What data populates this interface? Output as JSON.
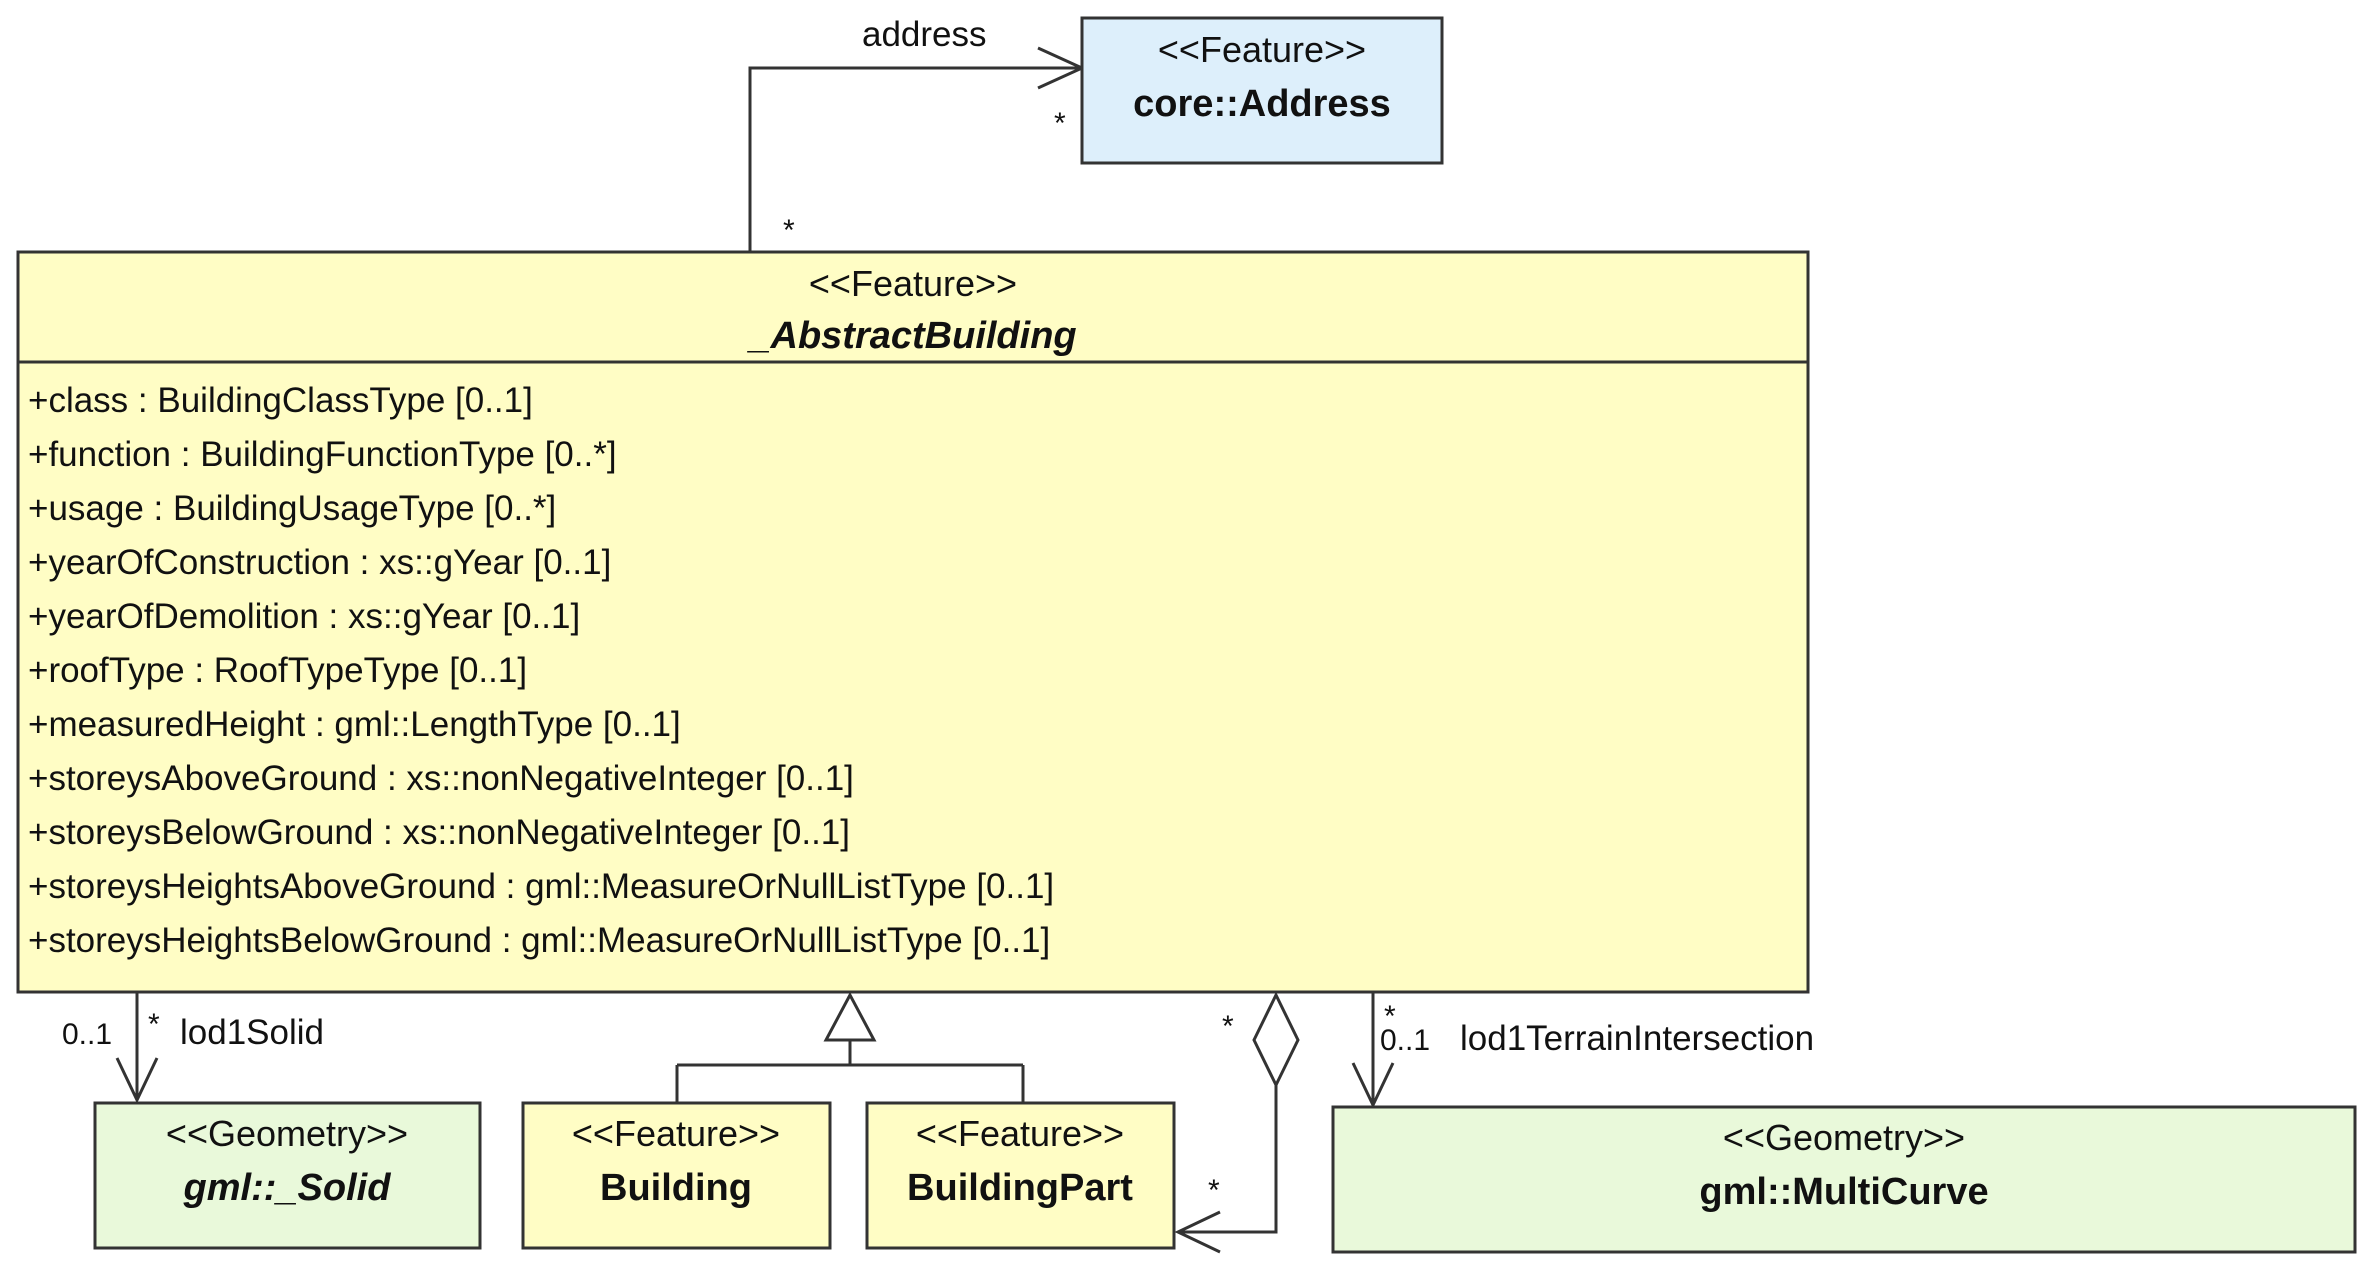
{
  "colors": {
    "feature_fill": "#FFFDC5",
    "address_fill": "#DDEFFB",
    "geometry_fill": "#E9F9DA",
    "stroke": "#333333"
  },
  "classes": {
    "address": {
      "stereotype": "<<Feature>>",
      "name": "core::Address"
    },
    "abstract_building": {
      "stereotype": "<<Feature>>",
      "name": "_AbstractBuilding",
      "attributes": [
        "+class : BuildingClassType [0..1]",
        "+function : BuildingFunctionType [0..*]",
        "+usage : BuildingUsageType [0..*]",
        "+yearOfConstruction : xs::gYear [0..1]",
        "+yearOfDemolition : xs::gYear [0..1]",
        "+roofType : RoofTypeType [0..1]",
        "+measuredHeight : gml::LengthType [0..1]",
        "+storeysAboveGround : xs::nonNegativeInteger [0..1]",
        "+storeysBelowGround : xs::nonNegativeInteger [0..1]",
        "+storeysHeightsAboveGround : gml::MeasureOrNullListType [0..1]",
        "+storeysHeightsBelowGround : gml::MeasureOrNullListType [0..1]"
      ]
    },
    "solid": {
      "stereotype": "<<Geometry>>",
      "name": "gml::_Solid"
    },
    "building": {
      "stereotype": "<<Feature>>",
      "name": "Building"
    },
    "building_part": {
      "stereotype": "<<Feature>>",
      "name": "BuildingPart"
    },
    "multicurve": {
      "stereotype": "<<Geometry>>",
      "name": "gml::MultiCurve"
    }
  },
  "associations": {
    "address": {
      "role": "address",
      "source_mult": "*",
      "target_mult": "*"
    },
    "lod1_solid": {
      "role": "lod1Solid",
      "source_mult": "*",
      "target_mult": "0..1"
    },
    "consists_of_parts": {
      "source_mult": "*",
      "target_mult": "*"
    },
    "lod1_terrain": {
      "role": "lod1TerrainIntersection",
      "source_mult": "*",
      "target_mult": "0..1"
    }
  }
}
